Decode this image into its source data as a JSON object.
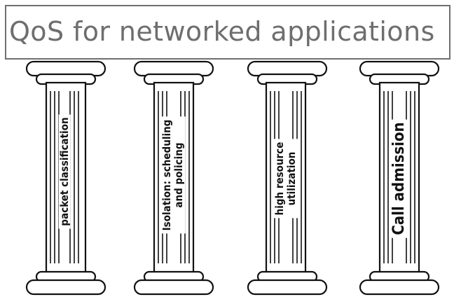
{
  "diagram": {
    "title": "QoS for networked applications",
    "pillars": [
      {
        "lines": [
          "packet classification"
        ]
      },
      {
        "lines": [
          "Isolation: scheduling",
          "and policing"
        ]
      },
      {
        "lines": [
          "high resource",
          "utilization"
        ]
      },
      {
        "lines": [
          "Call admission"
        ]
      }
    ]
  }
}
